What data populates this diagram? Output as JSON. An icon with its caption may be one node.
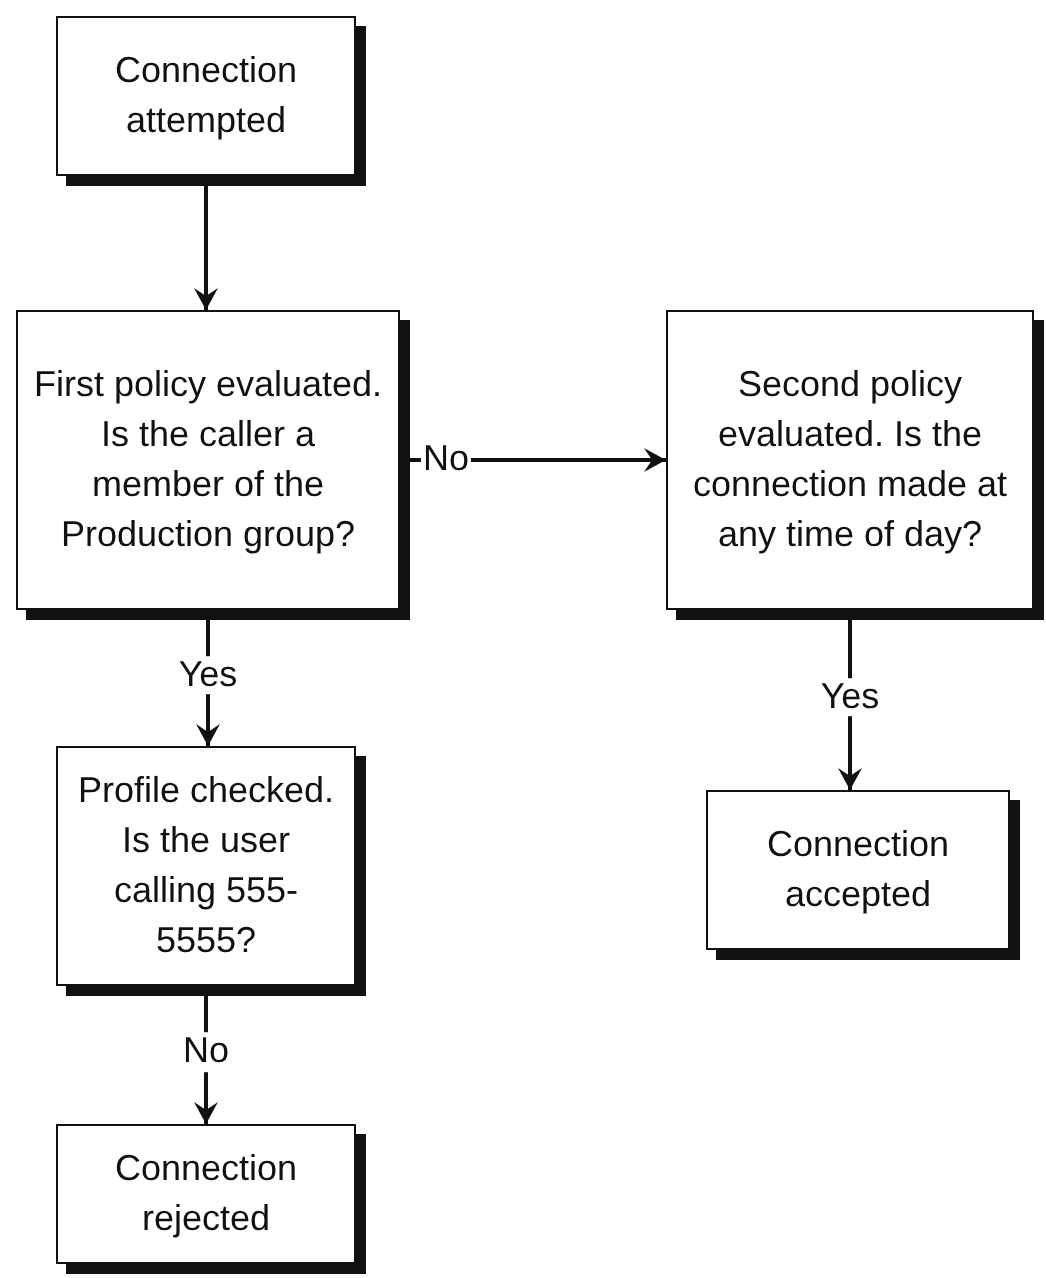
{
  "diagram": {
    "nodes": [
      {
        "text": [
          "Connection attempted"
        ]
      },
      {
        "text": [
          "First policy evaluated. Is the caller a member of the Production group?"
        ]
      },
      {
        "text": [
          "Second policy evaluated. Is the connection made at any time of day?"
        ]
      },
      {
        "text": [
          "Profile checked. Is the user calling 555-5555?"
        ]
      },
      {
        "text": [
          "Connection accepted"
        ]
      },
      {
        "text": [
          "Connection rejected"
        ]
      }
    ],
    "edges": [
      {
        "from": 0,
        "to": 1,
        "arrow": "to"
      },
      {
        "from": 1,
        "to": 2,
        "arrow": "to",
        "label": "No"
      },
      {
        "from": 1,
        "to": 3,
        "arrow": "to",
        "label": "Yes"
      },
      {
        "from": 2,
        "to": 4,
        "arrow": "to",
        "label": "Yes"
      },
      {
        "from": 3,
        "to": 5,
        "arrow": "to",
        "label": "No"
      }
    ]
  }
}
